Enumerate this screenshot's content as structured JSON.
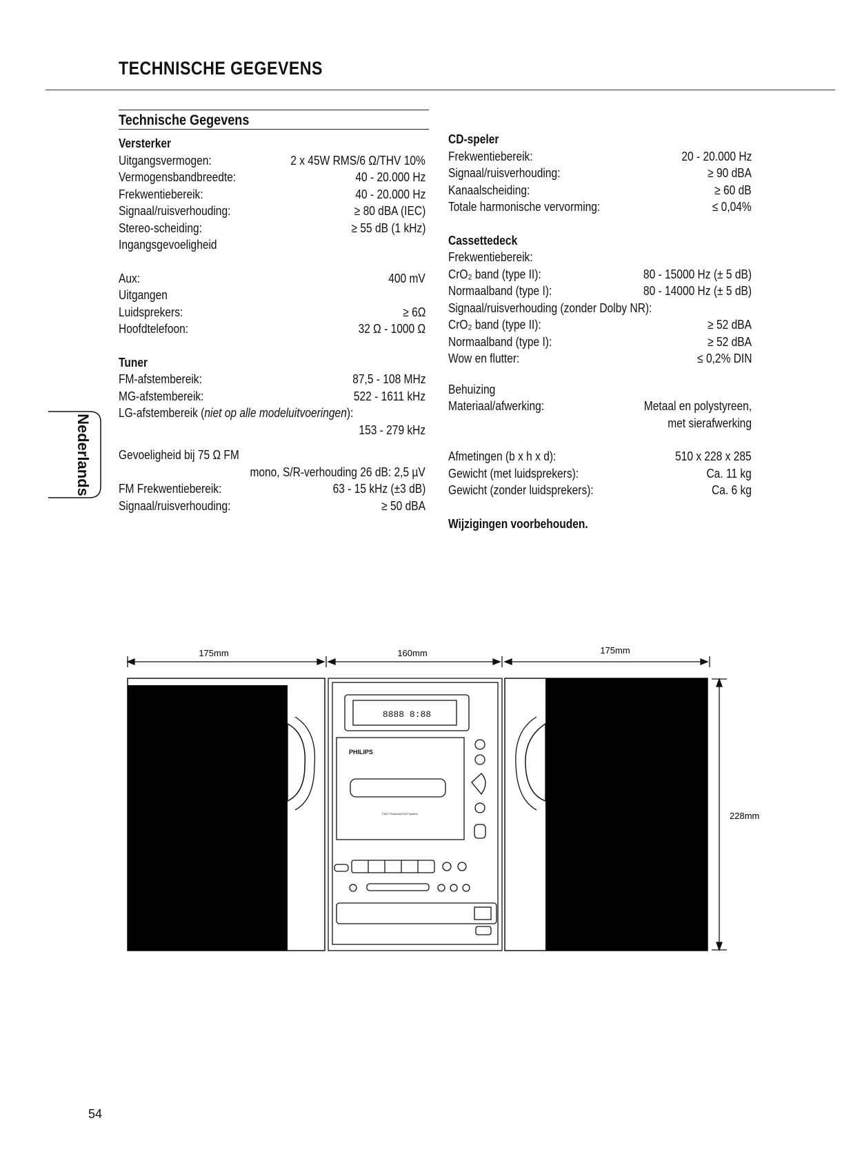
{
  "page": {
    "title": "TECHNISCHE GEGEVENS",
    "section_title": "Technische Gegevens",
    "language_tab": "Nederlands",
    "page_number": "54"
  },
  "left": {
    "versterker": {
      "heading": "Versterker",
      "rows": [
        {
          "label": "Uitgangsvermogen:",
          "value": "2 x 45W RMS/6 Ω/THV 10%"
        },
        {
          "label": "Vermogensbandbreedte:",
          "value": "40 - 20.000 Hz"
        },
        {
          "label": "Frekwentiebereik:",
          "value": "40 - 20.000 Hz"
        },
        {
          "label": "Signaal/ruisverhouding:",
          "value": "≥ 80 dBA (IEC)"
        },
        {
          "label": "Stereo-scheiding:",
          "value": "≥ 55 dB (1 kHz)"
        },
        {
          "label": "Ingangsgevoeligheid",
          "value": ""
        }
      ],
      "rows2": [
        {
          "label": "Aux:",
          "value": "400 mV"
        },
        {
          "label": "Uitgangen",
          "value": ""
        },
        {
          "label": "Luidsprekers:",
          "value": "≥ 6Ω"
        },
        {
          "label": "Hoofdtelefoon:",
          "value": "32 Ω - 1000 Ω"
        }
      ]
    },
    "tuner": {
      "heading": "Tuner",
      "fm_range": {
        "label": "FM-afstembereik:",
        "value": "87,5 - 108 MHz"
      },
      "mw_range": {
        "label": "MG-afstembereik:",
        "value": "522 - 1611 kHz"
      },
      "lw_label": "LG-afstembereik (",
      "lw_note": "niet op alle modeluitvoeringen",
      "lw_label_end": "):",
      "lw_value": "153 - 279 kHz",
      "sensitivity_label": "Gevoeligheid bij 75 Ω FM",
      "sensitivity_value": "mono, S/R-verhouding 26 dB: 2,5 µV",
      "fm_freq": {
        "label": "FM Frekwentiebereik:",
        "value": "63 - 15 kHz (±3 dB)"
      },
      "snr": {
        "label": "Signaal/ruisverhouding:",
        "value": "≥ 50 dBA"
      }
    }
  },
  "right": {
    "cd": {
      "heading": "CD-speler",
      "rows": [
        {
          "label": "Frekwentiebereik:",
          "value": "20 - 20.000 Hz"
        },
        {
          "label": "Signaal/ruisverhouding:",
          "value": "≥ 90 dBA"
        },
        {
          "label": "Kanaalscheiding:",
          "value": "≥ 60 dB"
        },
        {
          "label": "Totale harmonische vervorming:",
          "value": "≤ 0,04%"
        }
      ]
    },
    "cassette": {
      "heading": "Cassettedeck",
      "freq_label": "Frekwentiebereik:",
      "crO2_freq": {
        "label": "CrO₂ band (type II):",
        "value": "80 - 15000 Hz (± 5 dB)"
      },
      "normal_freq": {
        "label": "Normaalband (type I):",
        "value": "80 - 14000 Hz (± 5 dB)"
      },
      "snr_label": "Signaal/ruisverhouding (zonder Dolby NR):",
      "crO2_snr": {
        "label": "CrO₂ band (type II):",
        "value": "≥ 52 dBA"
      },
      "normal_snr": {
        "label": "Normaalband (type I):",
        "value": "≥ 52 dBA"
      },
      "wow": {
        "label": "Wow en flutter:",
        "value": "≤ 0,2% DIN"
      }
    },
    "housing": {
      "heading": "Behuizing",
      "material_label": "Materiaal/afwerking:",
      "material_value_1": "Metaal en polystyreen,",
      "material_value_2": "met sierafwerking"
    },
    "dims": {
      "size": {
        "label": "Afmetingen (b x h x d):",
        "value": "510 x 228 x 285"
      },
      "weight_with": {
        "label": "Gewicht (met luidsprekers):",
        "value": "Ca. 11 kg"
      },
      "weight_without": {
        "label": "Gewicht (zonder luidsprekers):",
        "value": "Ca. 6 kg"
      }
    },
    "footer_note": "Wijzigingen voorbehouden."
  },
  "drawing": {
    "dim_left": "175mm",
    "dim_center": "160mm",
    "dim_right": "175mm",
    "dim_height": "228mm",
    "brand": "PHILIPS",
    "model": "FW17 Personal Hi-Fi System",
    "display_digits": "8888 8:88"
  }
}
